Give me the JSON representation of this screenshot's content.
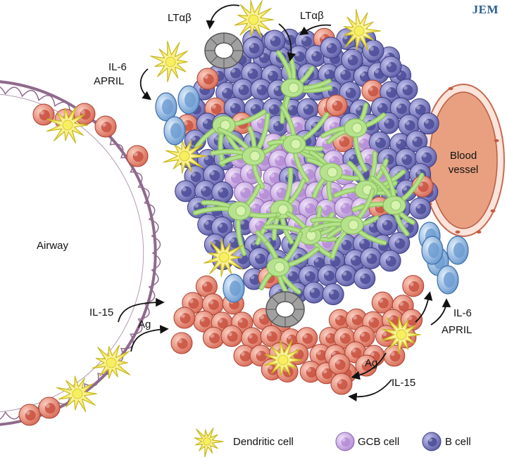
{
  "journal": "JEM",
  "labels": {
    "lta_left": "LTαβ",
    "lta_right": "LTαβ",
    "il6_top": "IL-6",
    "april_top": "APRIL",
    "airway": "Airway",
    "blood_vessel_line1": "Blood",
    "blood_vessel_line2": "vessel",
    "il15_left": "IL-15",
    "ag_left": "Ag",
    "il6_right": "IL-6",
    "april_right": "APRIL",
    "ag_bottom": "Ag",
    "il15_bottom": "IL-15"
  },
  "legend": [
    {
      "key": "dendritic",
      "label": "Dendritic cell"
    },
    {
      "key": "gcb",
      "label": "GCB cell"
    },
    {
      "key": "bcell",
      "label": "B cell"
    }
  ],
  "colors": {
    "b_cell": "#7f7fc4",
    "gcb_cell": "#c7a8e0",
    "plasma_cell": "#e3806c",
    "fdc": "#a8d878",
    "dendritic": "#f7f04a",
    "memory_b": "#8ab4e0",
    "hev": "#9a9a9a",
    "vessel": "#e8a080",
    "airway_line": "#8e6a8c"
  }
}
